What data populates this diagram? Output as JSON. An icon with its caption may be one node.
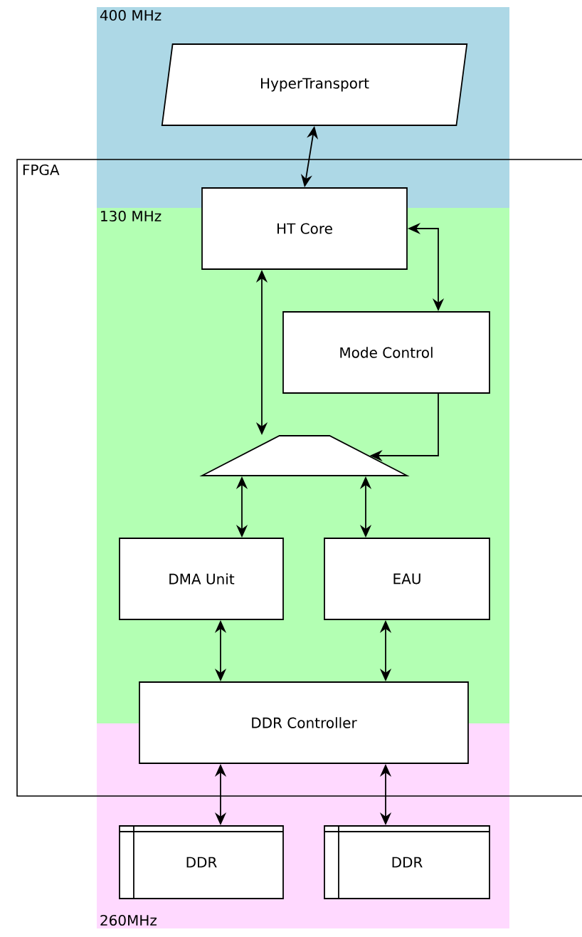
{
  "diagram": {
    "nodes": [
      {
        "text": [
          "400 MHz"
        ]
      },
      {
        "text": [
          "HyperTransport"
        ],
        "in": 0
      },
      {
        "text": [
          "FPGA"
        ]
      },
      {
        "text": [
          "130 MHz"
        ],
        "in": 2
      },
      {
        "text": [
          "HT Core"
        ],
        "in": 2
      },
      {
        "text": [
          "Mode Control"
        ],
        "in": 3
      },
      {
        "text": [],
        "shape": "trapezoid",
        "in": 3
      },
      {
        "text": [
          "DMA Unit"
        ],
        "in": 3
      },
      {
        "text": [
          "EAU"
        ],
        "in": 3
      },
      {
        "text": [
          "DDR Controller"
        ],
        "in": 2
      },
      {
        "text": [
          "260MHz"
        ]
      },
      {
        "text": [
          "DDR"
        ],
        "in": 10
      },
      {
        "text": [
          "DDR"
        ],
        "in": 10
      }
    ],
    "edges": [
      {
        "from": 1,
        "to": 4,
        "arrow": "both"
      },
      {
        "from": 4,
        "to": 5,
        "arrow": "both"
      },
      {
        "from": 4,
        "to": 6,
        "arrow": "both"
      },
      {
        "from": 5,
        "to": 6,
        "arrow": "to"
      },
      {
        "from": 6,
        "to": 7,
        "arrow": "both"
      },
      {
        "from": 6,
        "to": 8,
        "arrow": "both"
      },
      {
        "from": 7,
        "to": 9,
        "arrow": "both"
      },
      {
        "from": 8,
        "to": 9,
        "arrow": "both"
      },
      {
        "from": 9,
        "to": 11,
        "arrow": "both"
      },
      {
        "from": 9,
        "to": 12,
        "arrow": "both"
      }
    ]
  }
}
